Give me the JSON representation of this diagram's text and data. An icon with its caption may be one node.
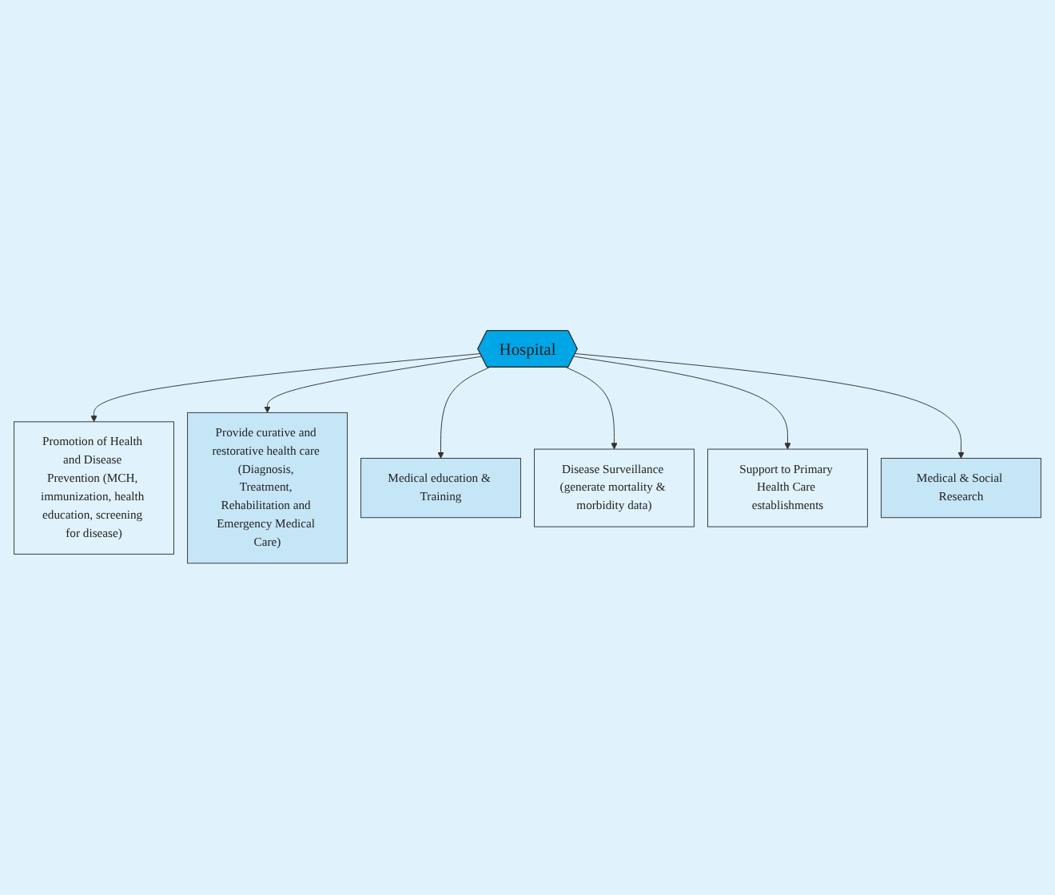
{
  "diagram": {
    "nodes": [
      {
        "text": [
          "Hospital"
        ]
      },
      {
        "text": [
          "Promotion of Health and Disease Prevention (MCH, immunization, health education, screening for disease)"
        ]
      },
      {
        "text": [
          "Provide curative and restorative health care (Diagnosis, Treatment, Rehabilitation and Emergency Medical Care)"
        ]
      },
      {
        "text": [
          "Medical education & Training"
        ]
      },
      {
        "text": [
          "Disease Surveillance (generate mortality & morbidity data)"
        ]
      },
      {
        "text": [
          "Support to Primary Health Care establishments"
        ]
      },
      {
        "text": [
          "Medical & Social Research"
        ]
      }
    ],
    "edges": [
      {
        "from": 0,
        "to": 1,
        "arrow": "to"
      },
      {
        "from": 0,
        "to": 2,
        "arrow": "to"
      },
      {
        "from": 0,
        "to": 3,
        "arrow": "to"
      },
      {
        "from": 0,
        "to": 4,
        "arrow": "to"
      },
      {
        "from": 0,
        "to": 5,
        "arrow": "to"
      },
      {
        "from": 0,
        "to": 6,
        "arrow": "to"
      }
    ]
  }
}
